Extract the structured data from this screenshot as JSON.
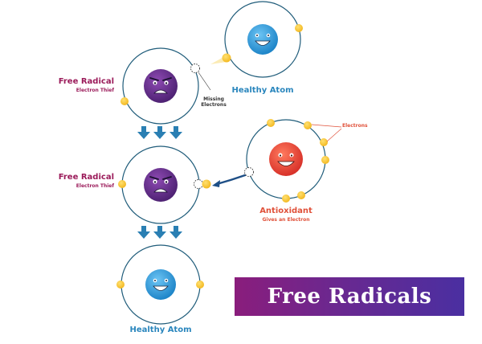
{
  "labels": {
    "free_radical_top_title": "Free Radical",
    "free_radical_top_sub": "Electron Thief",
    "free_radical_mid_title": "Free Radical",
    "free_radical_mid_sub": "Electron Thief",
    "missing_electrons_line1": "Missing",
    "missing_electrons_line2": "Electrons",
    "healthy_atom_top": "Healthy Atom",
    "healthy_atom_bottom": "Healthy Atom",
    "antioxidant_title": "Antioxidant",
    "antioxidant_sub": "Gives an Electron",
    "electrons_note": "Electrons"
  },
  "banner": {
    "text": "Free Radicals"
  },
  "colors": {
    "radical_purple": "#6b2f8f",
    "healthy_blue": "#2f9ee0",
    "antioxidant_red": "#ef4a3a",
    "electron_yellow": "#f7c42b",
    "arrow_blue": "#2a7fb3",
    "banner_start": "#8a1d7c",
    "banner_end": "#4a2fa1"
  },
  "icons": {
    "radical_face": "angry-face-icon",
    "healthy_face": "happy-face-icon",
    "antioxidant_face": "smiling-face-icon"
  }
}
